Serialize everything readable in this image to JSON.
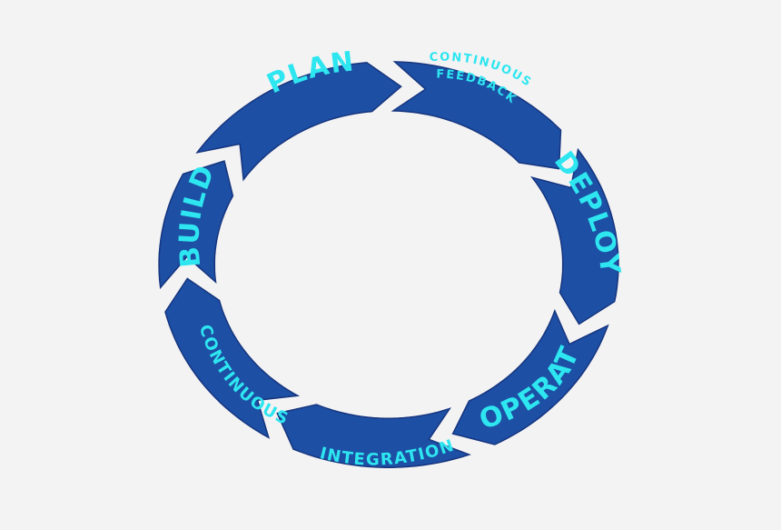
{
  "colors": {
    "background": "#f3f3f4",
    "segment": "#1d4fa5",
    "label": "#2ee6f0"
  },
  "cycle": {
    "segments": [
      {
        "id": "plan",
        "label": "PLAN"
      },
      {
        "id": "continuous-feedback",
        "label_line1": "CONTINUOUS",
        "label_line2": "FEEDBACK"
      },
      {
        "id": "deploy",
        "label": "DEPLOY"
      },
      {
        "id": "operate",
        "label": "OPERATE"
      },
      {
        "id": "integration",
        "label": "INTEGRATION"
      },
      {
        "id": "continuous",
        "label": "CONTINUOUS"
      },
      {
        "id": "build",
        "label": "BUILD"
      }
    ]
  }
}
